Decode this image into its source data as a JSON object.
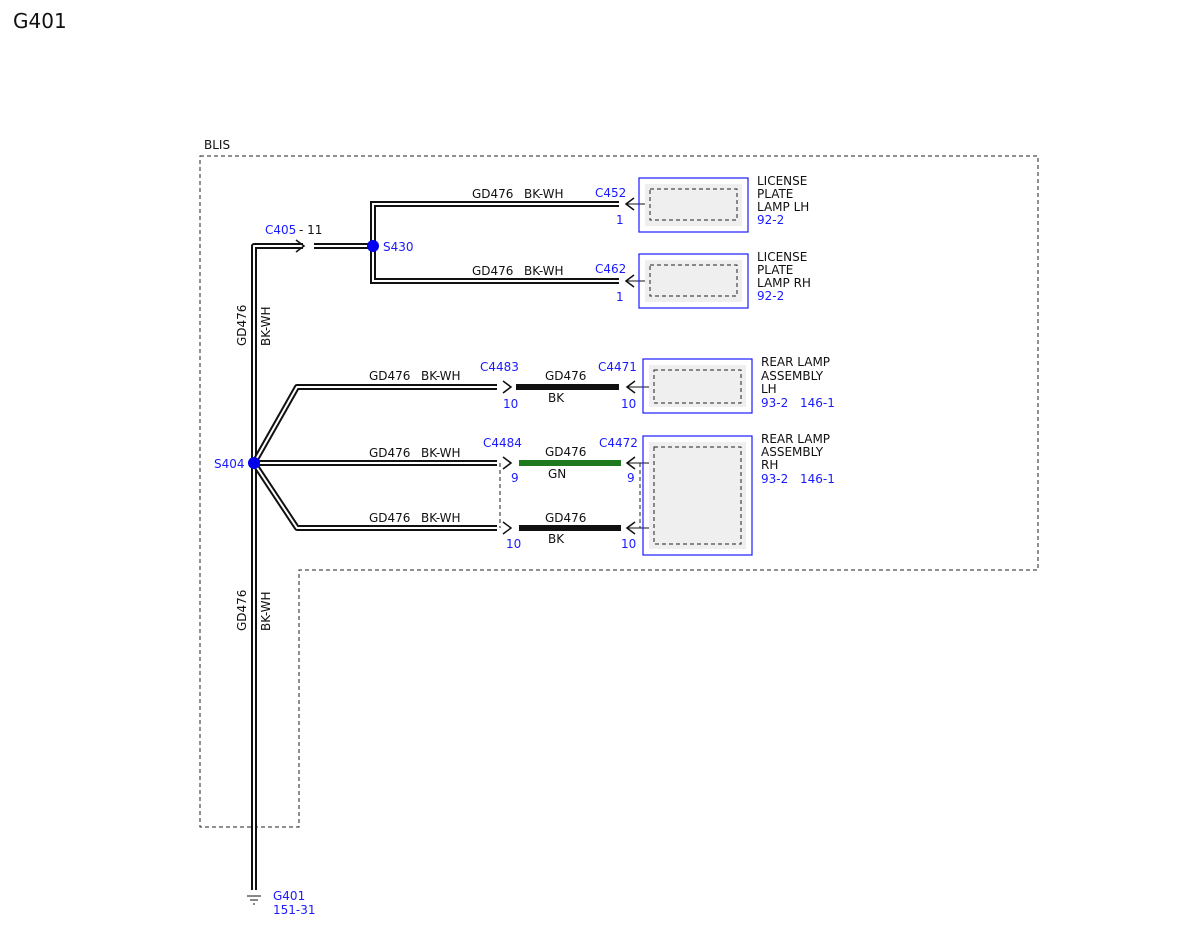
{
  "title": "G401",
  "zone_label": "BLIS",
  "colors": {
    "wire": "#111111",
    "connector_blue": "#1a1aff",
    "green_wire": "#1f7a1f",
    "splice": "#0000ee"
  },
  "wire": {
    "circuit": "GD476",
    "color": "BK-WH"
  },
  "connectors": {
    "c405": "C405",
    "c405_pin": "- 11",
    "c452": "C452",
    "c452_pin": "1",
    "c462": "C462",
    "c462_pin": "1",
    "c4483": "C4483",
    "c4483_pin": "10",
    "c4471": "C4471",
    "c4471_pin": "10",
    "c4484": "C4484",
    "c4484_pin": "9",
    "c4472": "C4472",
    "c4472_pin": "9",
    "c4484b_pin": "10",
    "c4472b_pin": "10"
  },
  "splices": {
    "s430": "S430",
    "s404": "S404"
  },
  "segments": {
    "lh_gd": "GD476",
    "lh_color": "BK",
    "rh1_gd": "GD476",
    "rh1_color": "GN",
    "rh2_gd": "GD476",
    "rh2_color": "BK"
  },
  "components": {
    "lp_lh": [
      "LICENSE",
      "PLATE",
      "LAMP LH"
    ],
    "lp_lh_ref": "92-2",
    "lp_rh": [
      "LICENSE",
      "PLATE",
      "LAMP RH"
    ],
    "lp_rh_ref": "92-2",
    "rl_lh": [
      "REAR LAMP",
      "ASSEMBLY",
      "LH"
    ],
    "rl_lh_ref1": "93-2",
    "rl_lh_ref2": "146-1",
    "rl_rh": [
      "REAR LAMP",
      "ASSEMBLY",
      "RH"
    ],
    "rl_rh_ref1": "93-2",
    "rl_rh_ref2": "146-1"
  },
  "ground": {
    "name": "G401",
    "ref": "151-31"
  }
}
